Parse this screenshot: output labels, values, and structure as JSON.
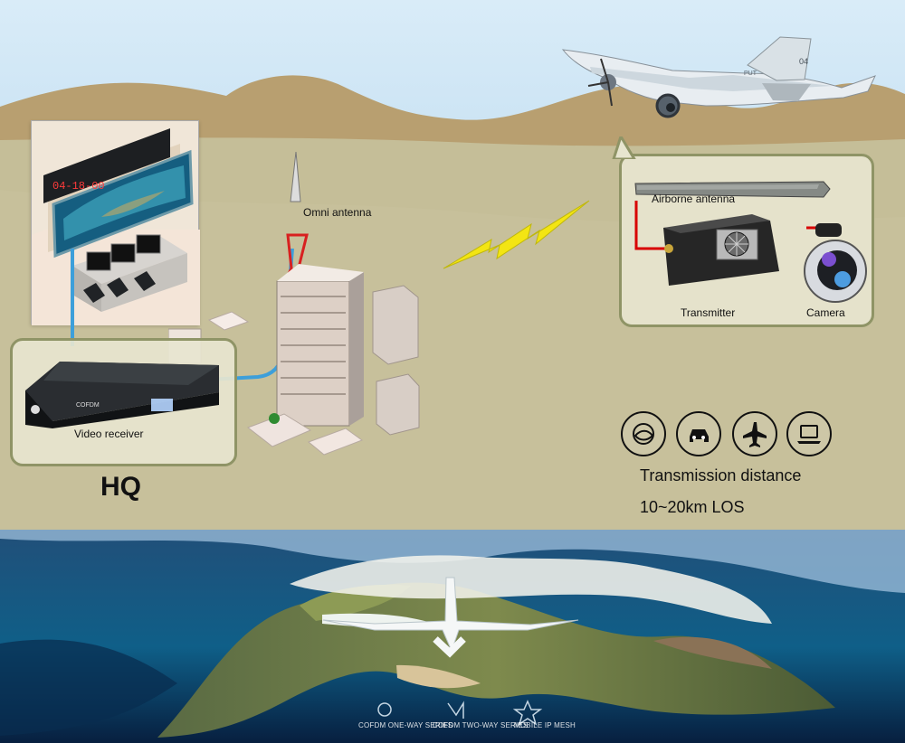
{
  "labels": {
    "omni_antenna": "Omni antenna",
    "airborne_antenna": "Airborne antenna",
    "transmitter": "Transmitter",
    "camera": "Camera",
    "video_receiver": "Video receiver",
    "hq": "HQ",
    "transmission_distance": "Transmission distance",
    "range": "10~20km LOS"
  },
  "brand_series": [
    "COFDM ONE-WAY SERIES",
    "COFDM TWO-WAY SERIES",
    "MOBILE IP MESH"
  ],
  "icons": [
    "ship-icon",
    "car-icon",
    "airplane-icon",
    "laptop-icon"
  ],
  "colors": {
    "ground": "#c8c19a",
    "hill": "#b39d70",
    "panel_border": "#8f9466",
    "link_line": "#3d9fda",
    "lightning": "#f3e513",
    "transmitter_connector": "#d80000"
  }
}
